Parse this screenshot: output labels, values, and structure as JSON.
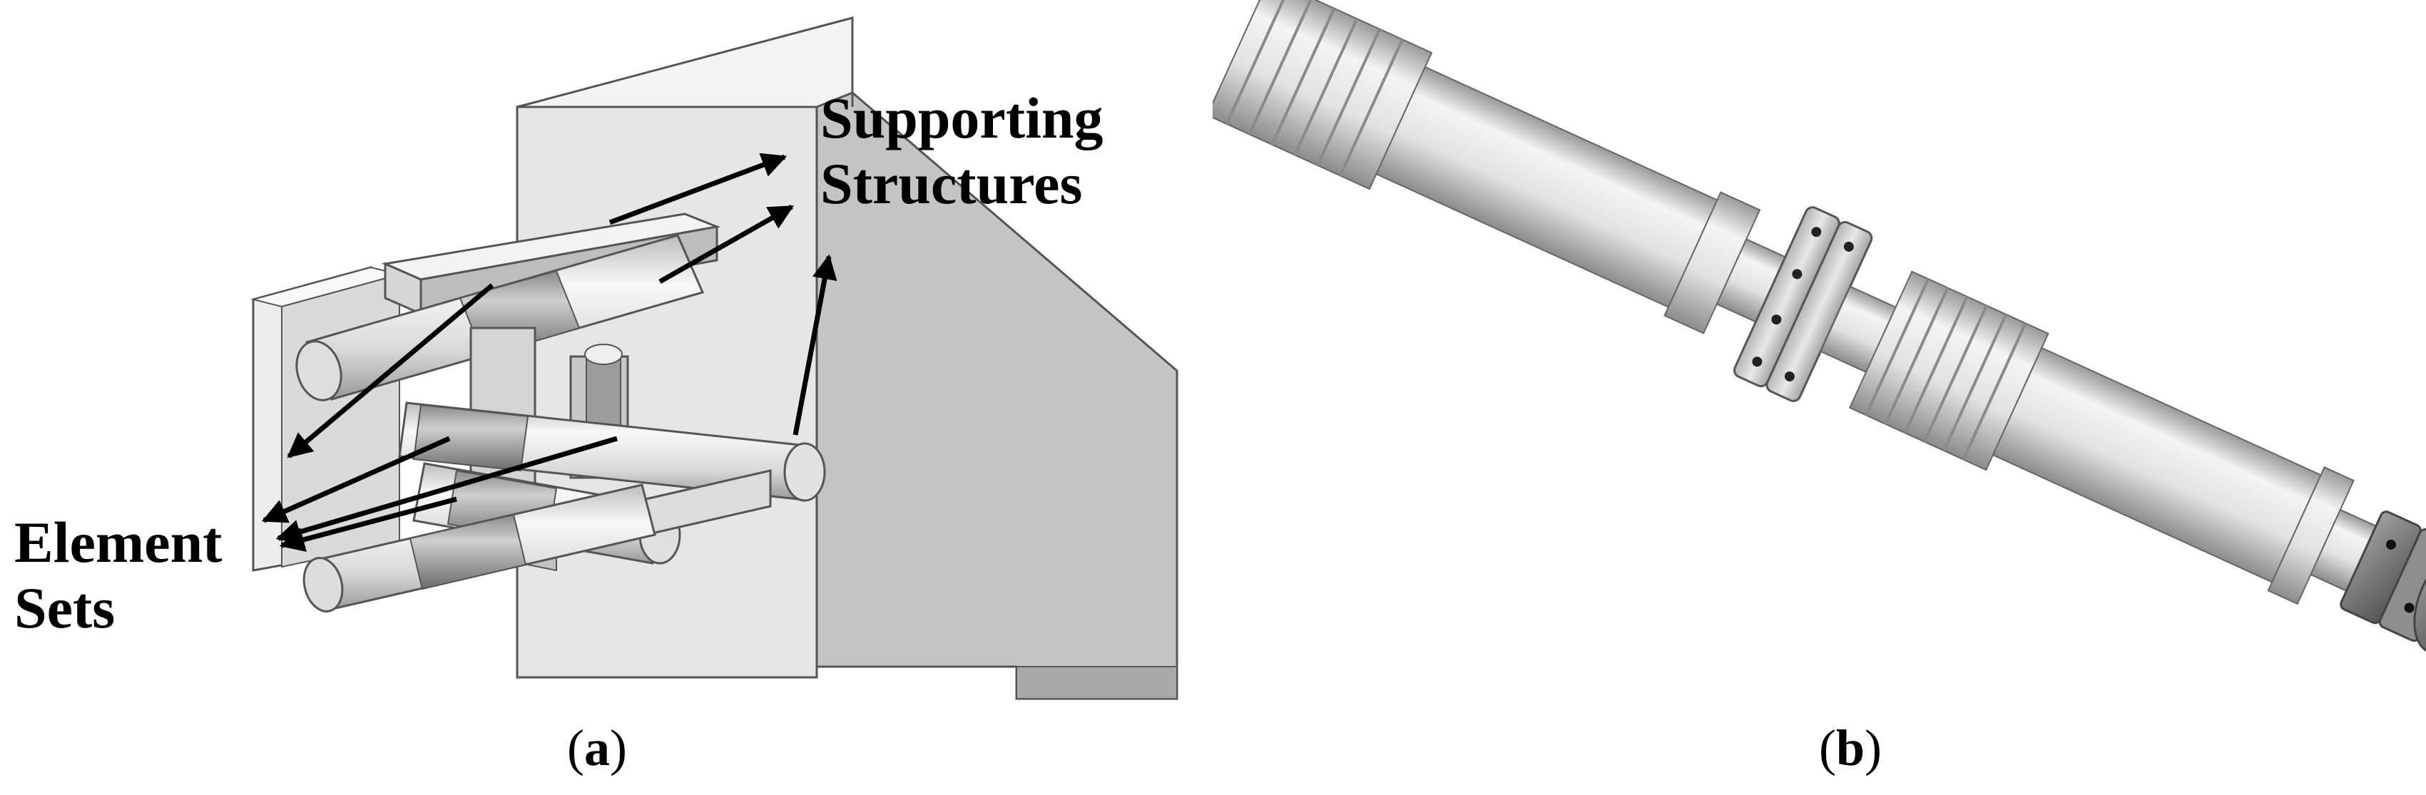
{
  "panel_a": {
    "label_supporting_line1": "Supporting",
    "label_supporting_line2": "Structures",
    "label_element_line1": "Element",
    "label_element_line2": "Sets",
    "caption_open": "(",
    "caption_letter": "a",
    "caption_close": ")"
  },
  "panel_b": {
    "caption_open": "(",
    "caption_letter": "b",
    "caption_close": ")"
  }
}
